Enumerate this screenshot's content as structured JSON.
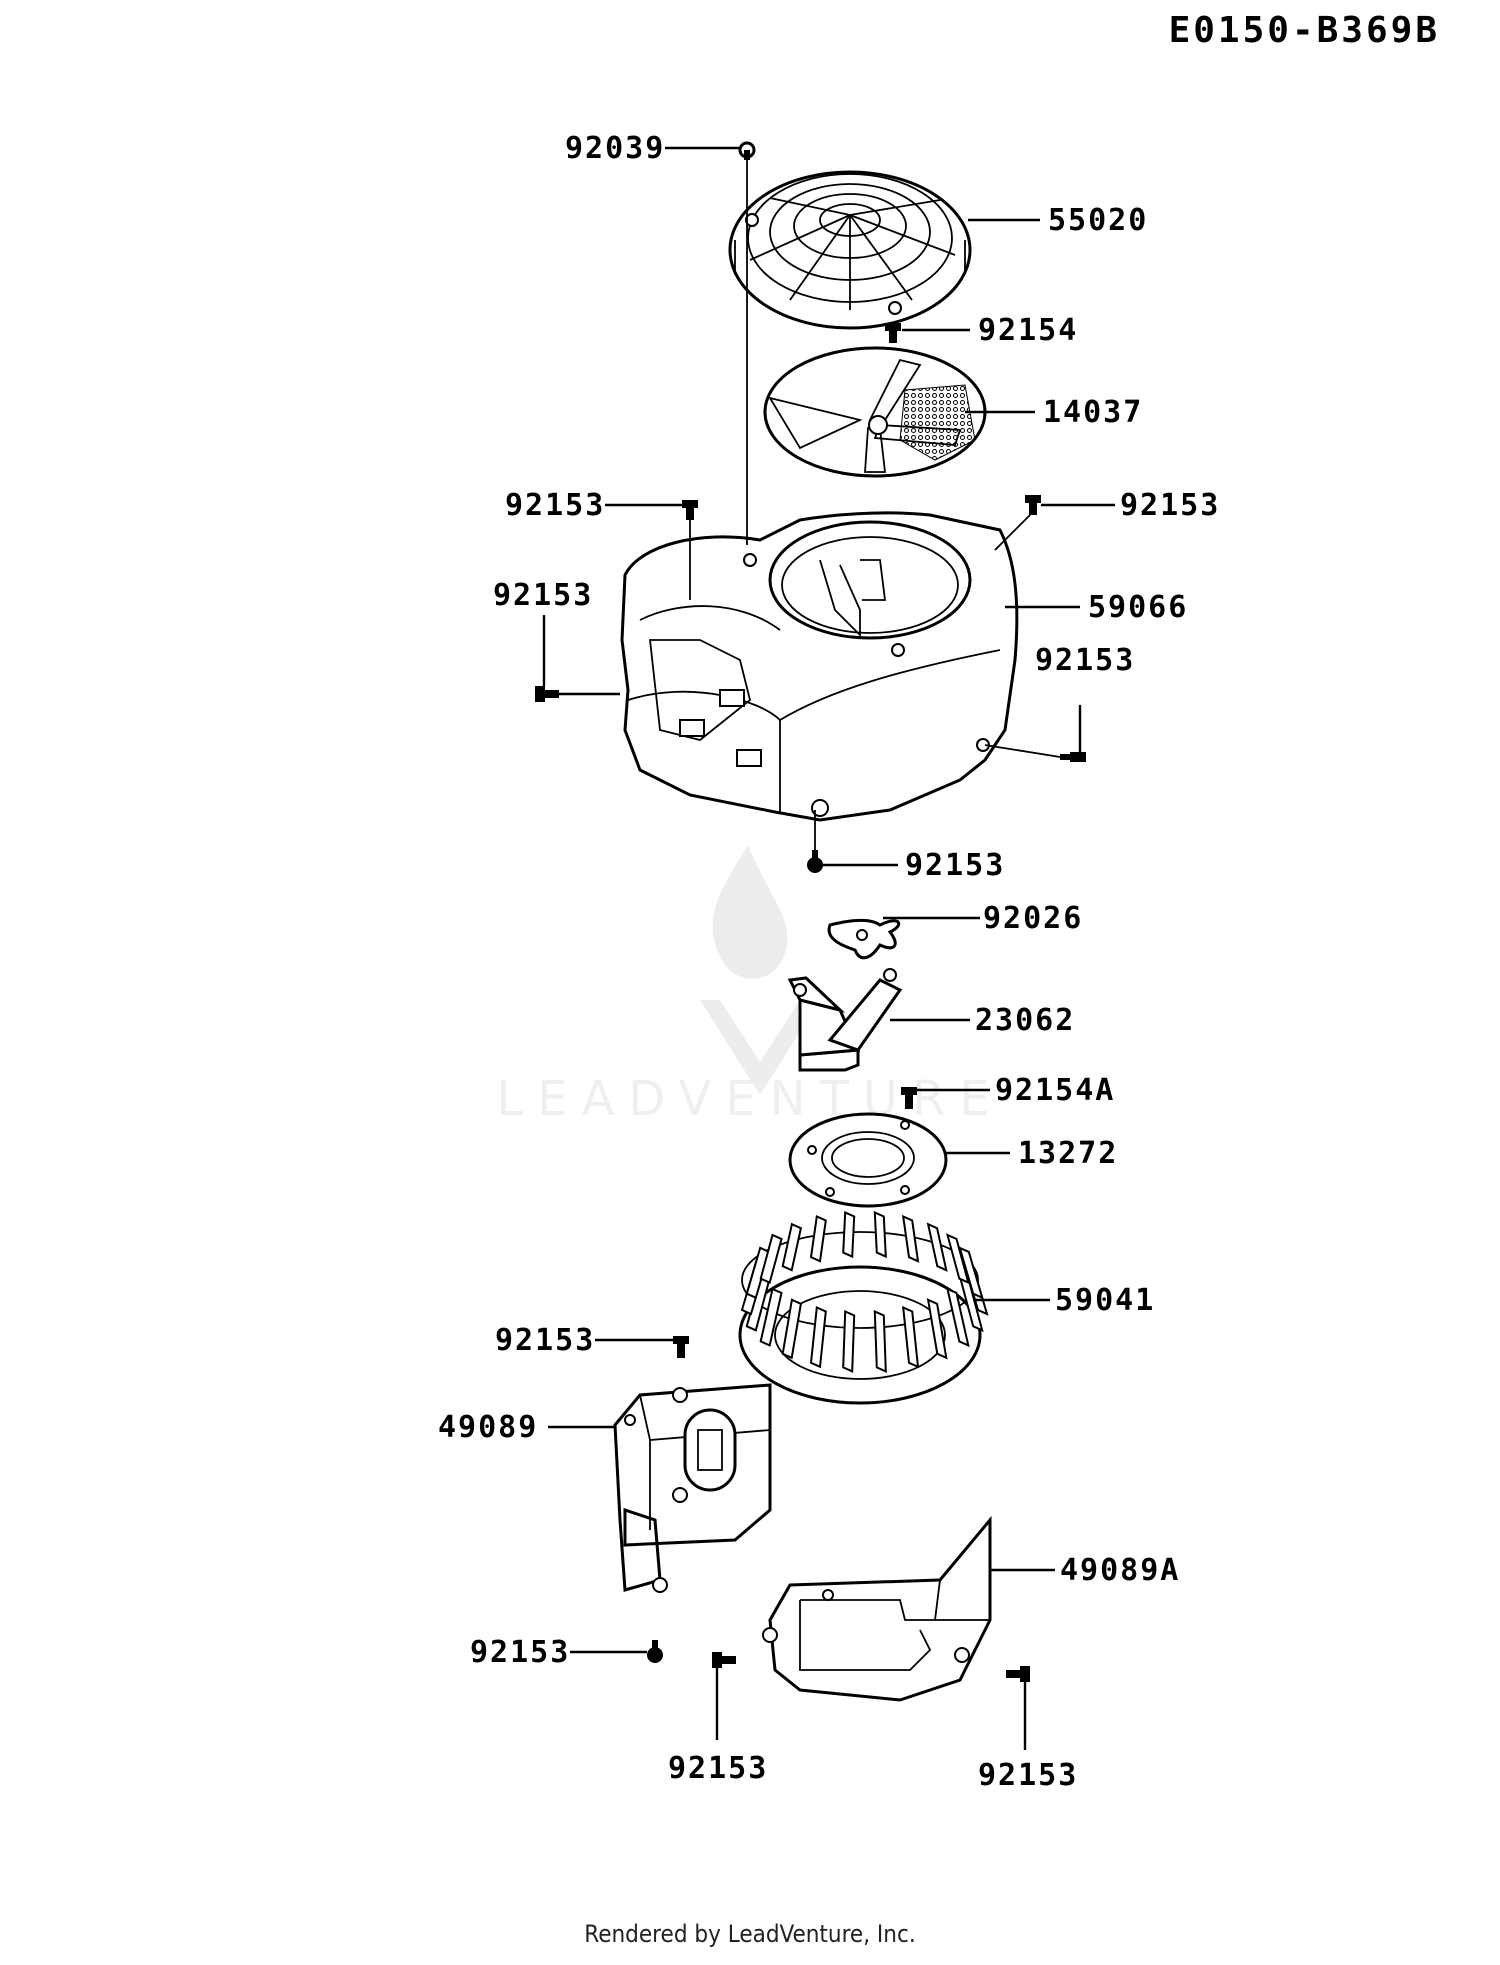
{
  "diagram_code": "E0150-B369B",
  "watermark": "LEADVENTURE",
  "footer": "Rendered by LeadVenture, Inc.",
  "parts": [
    {
      "ref": "92039"
    },
    {
      "ref": "55020"
    },
    {
      "ref": "92154"
    },
    {
      "ref": "14037"
    },
    {
      "ref": "92153"
    },
    {
      "ref": "92153"
    },
    {
      "ref": "92153"
    },
    {
      "ref": "59066"
    },
    {
      "ref": "92153"
    },
    {
      "ref": "92153"
    },
    {
      "ref": "92026"
    },
    {
      "ref": "23062"
    },
    {
      "ref": "92154A"
    },
    {
      "ref": "13272"
    },
    {
      "ref": "59041"
    },
    {
      "ref": "92153"
    },
    {
      "ref": "49089"
    },
    {
      "ref": "49089A"
    },
    {
      "ref": "92153"
    },
    {
      "ref": "92153"
    },
    {
      "ref": "92153"
    }
  ]
}
